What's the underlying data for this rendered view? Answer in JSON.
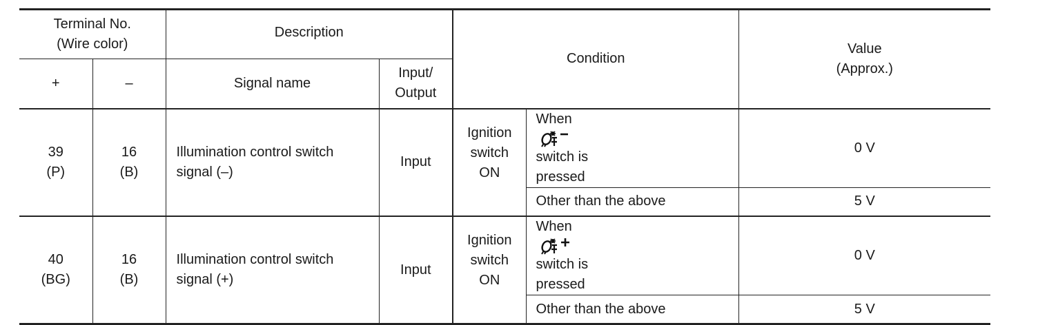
{
  "header": {
    "terminal_line1": "Terminal No.",
    "terminal_line2": "(Wire color)",
    "description": "Description",
    "condition": "Condition",
    "value_line1": "Value",
    "value_line2": "(Approx.)",
    "plus": "+",
    "minus": "–",
    "signal_name": "Signal name",
    "io_line1": "Input/",
    "io_line2": "Output"
  },
  "rows": [
    {
      "plus_no": "39",
      "plus_color": "(P)",
      "minus_no": "16",
      "minus_color": "(B)",
      "signal_line1": "Illumination control switch",
      "signal_line2": "signal (–)",
      "io": "Input",
      "cond_a_line1": "Ignition",
      "cond_a_line2": "switch",
      "cond_a_line3": "ON",
      "cond_1_pre": "When",
      "cond_1_icon": "illumination-minus-icon",
      "cond_1_post": "switch is",
      "cond_1_line2": "pressed",
      "value_1": "0 V",
      "cond_2": "Other than the above",
      "value_2": "5 V"
    },
    {
      "plus_no": "40",
      "plus_color": "(BG)",
      "minus_no": "16",
      "minus_color": "(B)",
      "signal_line1": "Illumination control switch",
      "signal_line2": "signal (+)",
      "io": "Input",
      "cond_a_line1": "Ignition",
      "cond_a_line2": "switch",
      "cond_a_line3": "ON",
      "cond_1_pre": "When",
      "cond_1_icon": "illumination-plus-icon",
      "cond_1_post": "switch is",
      "cond_1_line2": "pressed",
      "value_1": "0 V",
      "cond_2": "Other than the above",
      "value_2": "5 V"
    }
  ]
}
